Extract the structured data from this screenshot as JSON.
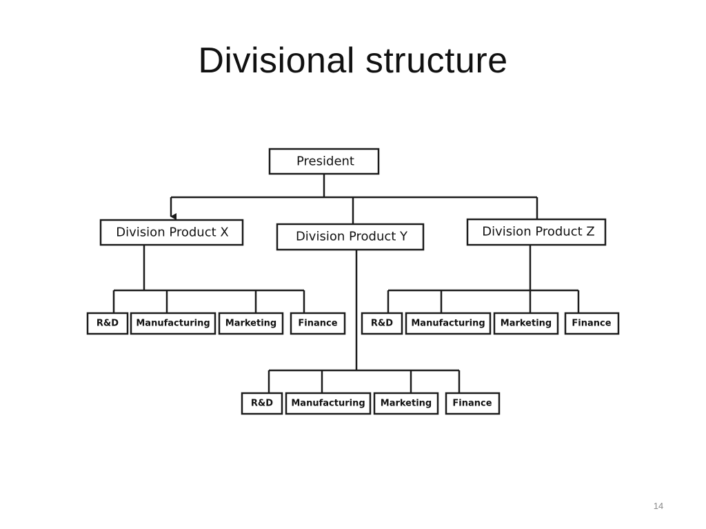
{
  "title": "Divisional structure",
  "president": "President",
  "divisions": [
    {
      "label": "Division Product X",
      "departments": [
        "R&D",
        "Manufacturing",
        "Marketing",
        "Finance"
      ]
    },
    {
      "label": "Division Product Y",
      "departments": [
        "R&D",
        "Manufacturing",
        "Marketing",
        "Finance"
      ]
    },
    {
      "label": "Division Product Z",
      "departments": [
        "R&D",
        "Manufacturing",
        "Marketing",
        "Finance"
      ]
    }
  ],
  "page_number": "14"
}
